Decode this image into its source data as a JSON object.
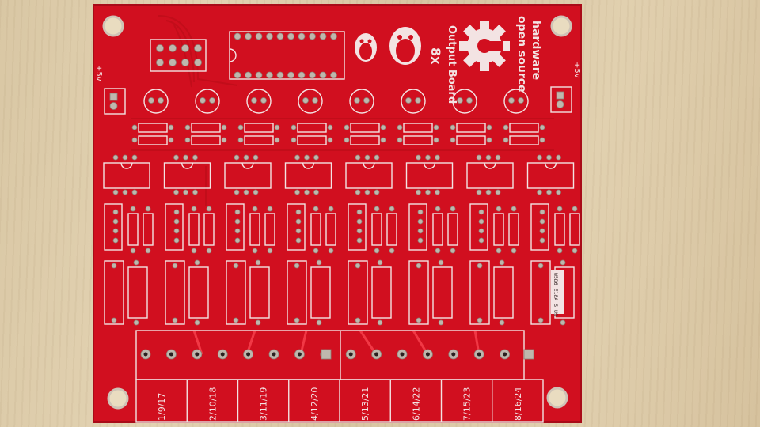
{
  "board": {
    "title_lines": [
      "8x",
      "Output Board"
    ],
    "oshw_lines": [
      "open source",
      "hardware"
    ],
    "power_left": "+5v",
    "power_right": "+5v",
    "part_marking": "W5D6 E18A S U9",
    "channel_labels": [
      "1/9/17",
      "2/10/18",
      "3/11/19",
      "4/12/20",
      "5/13/21",
      "6/14/22",
      "7/15/23",
      "8/16/24"
    ],
    "colors": {
      "pcb": "#d10f1f",
      "silkscreen": "#f3e3e3",
      "pad": "#bfb7ad",
      "background": "#dcc9a7"
    }
  }
}
